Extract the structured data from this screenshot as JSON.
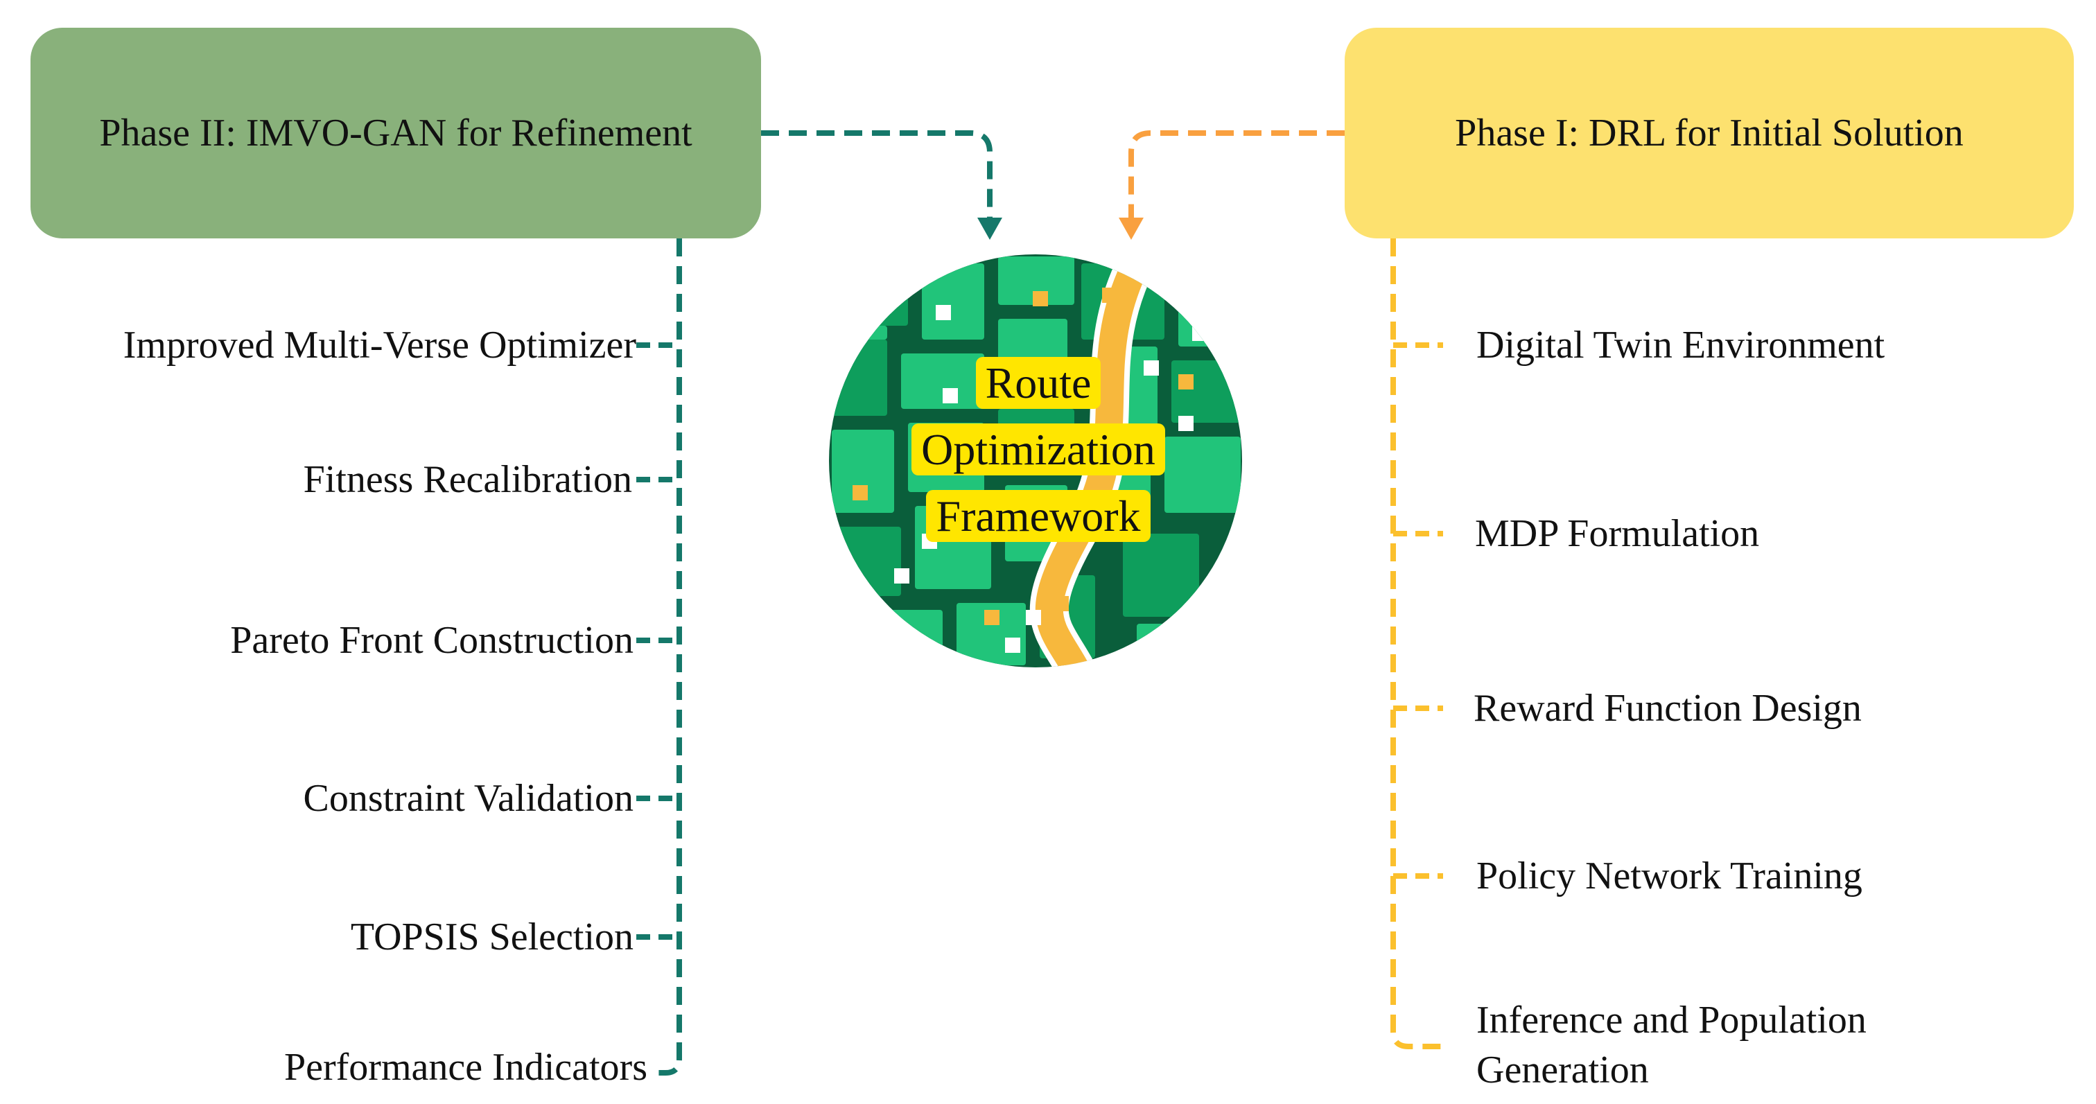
{
  "phase2": {
    "title": "Phase II: IMVO-GAN for Refinement",
    "color": "#89b17b",
    "connector_color": "#15786a",
    "items": [
      "Improved Multi-Verse Optimizer",
      "Fitness Recalibration",
      "Pareto Front Construction",
      "Constraint Validation",
      "TOPSIS Selection",
      "Performance Indicators"
    ]
  },
  "phase1": {
    "title": "Phase I: DRL for Initial Solution",
    "color": "#fde16f",
    "connector_color": "#fbc02d",
    "arrow_color": "#f9a03f",
    "items": [
      "Digital Twin Environment",
      "MDP Formulation",
      "Reward Function Design",
      "Policy Network Training",
      "Inference and Population Generation"
    ]
  },
  "center": {
    "label": "Route Optimization Framework",
    "icon": "city-map-icon",
    "colors": {
      "base": "#0e9e5c",
      "block": "#21c47a",
      "road": "#0a5e3b",
      "river": "#f7b83d",
      "label_bg": "#ffe600"
    }
  }
}
